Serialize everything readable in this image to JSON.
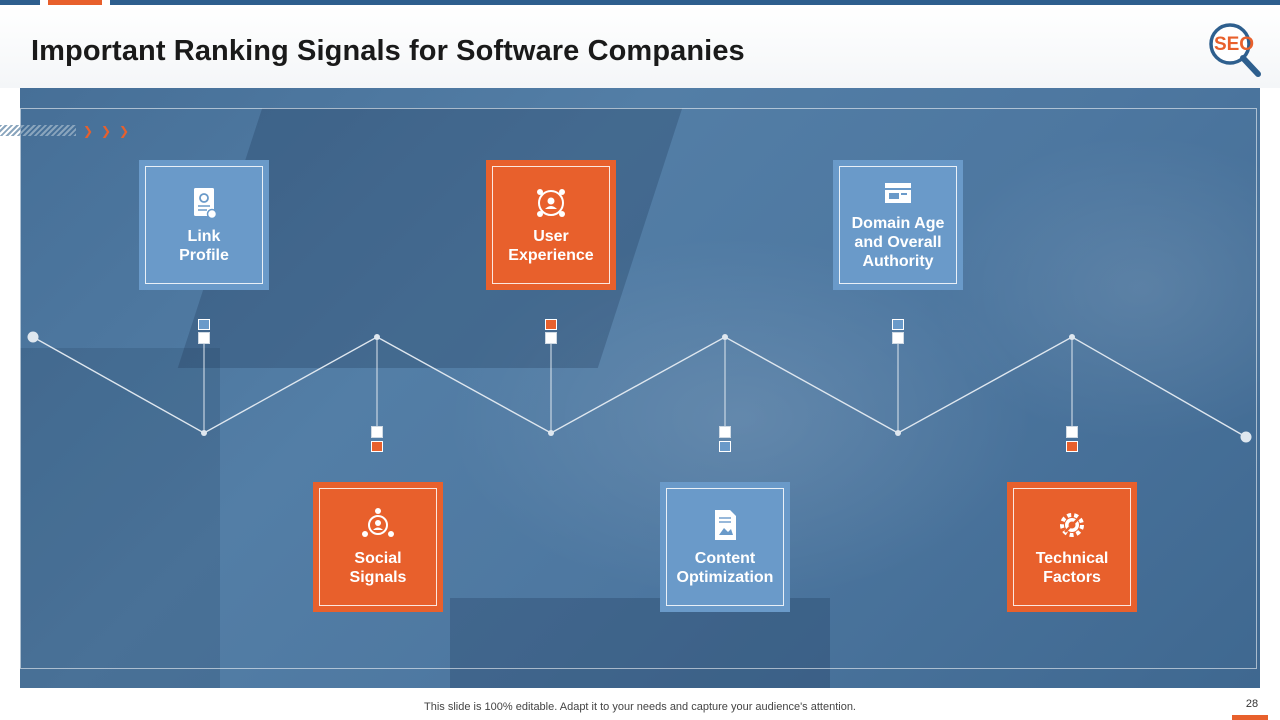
{
  "slide": {
    "title": "Important Ranking Signals for Software Companies",
    "logo_text": "SEO",
    "footer": "This slide is 100% editable. Adapt it to your needs and capture your audience's attention.",
    "page_number": "28"
  },
  "signals_top": [
    {
      "label": "Link Profile",
      "icon": "document-link-icon",
      "color": "blue"
    },
    {
      "label": "User Experience",
      "icon": "user-network-icon",
      "color": "orange"
    },
    {
      "label": "Domain Age and Overall Authority",
      "icon": "browser-window-icon",
      "color": "blue"
    }
  ],
  "signals_bottom": [
    {
      "label": "Social Signals",
      "icon": "social-share-icon",
      "color": "orange"
    },
    {
      "label": "Content Optimization",
      "icon": "document-image-icon",
      "color": "blue"
    },
    {
      "label": "Technical Factors",
      "icon": "gear-wrench-icon",
      "color": "orange"
    }
  ],
  "colors": {
    "accent_orange": "#e8602c",
    "card_blue": "#6a9ac9",
    "header_navy": "#2e5f8e",
    "background_blue": "#4d77a0"
  }
}
